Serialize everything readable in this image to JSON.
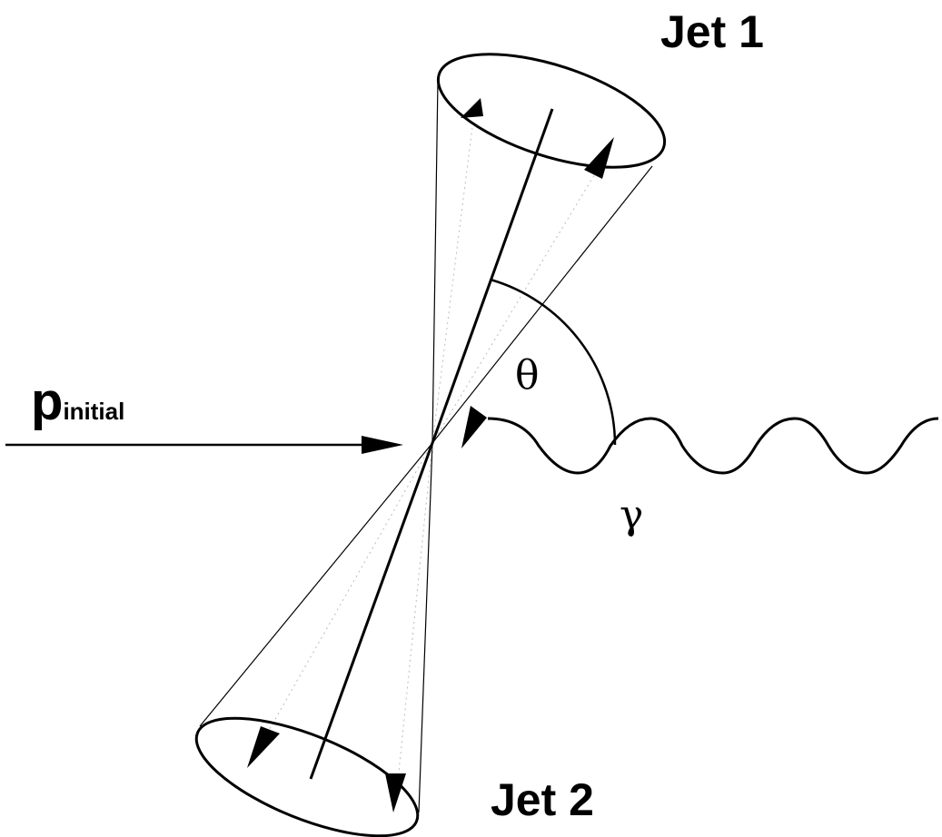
{
  "labels": {
    "jet1": "Jet 1",
    "jet2": "Jet 2",
    "momentum_main": "p",
    "momentum_sub": "initial",
    "angle": "θ",
    "photon": "γ"
  },
  "colors": {
    "stroke": "#000000",
    "faint": "#bbbbbb",
    "background": "#ffffff"
  }
}
